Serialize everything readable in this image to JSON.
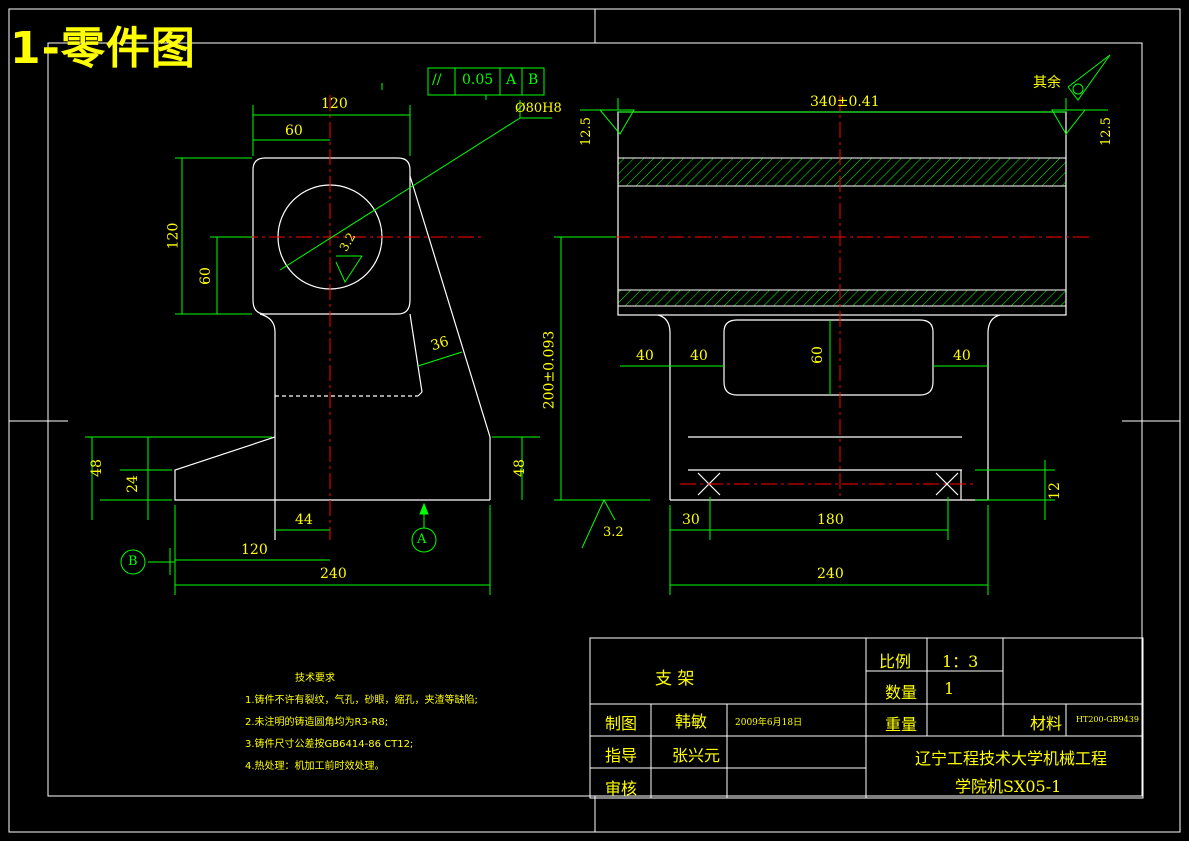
{
  "sheet_title": "1-零件图",
  "surface_note": "其余",
  "tolerance_frame": {
    "symbol": "//",
    "value": "0.05",
    "datum1": "A",
    "datum2": "B"
  },
  "dimensions": {
    "front_top_width": "120",
    "front_half_width": "60",
    "bore": "Ø80H8",
    "front_height": "120",
    "front_center_height": "60",
    "rib_width": "36",
    "base_height": "48",
    "foot_height": "24",
    "right_height": "48",
    "foot_step": "44",
    "datum_b_offset": "120",
    "front_base_width": "240",
    "side_length": "340±0.41",
    "center_height": "200±0.093",
    "left_40a": "40",
    "left_40b": "40",
    "window_height": "60",
    "right_40": "40",
    "side_offset": "30",
    "hole_pitch": "180",
    "side_base_width": "240",
    "slot_depth": "12"
  },
  "roughness": {
    "bore": "3.2",
    "base": "3.2",
    "left_end": "12.5",
    "right_end": "12.5"
  },
  "datums": {
    "a": "A",
    "b": "B"
  },
  "tech_requirements": {
    "heading": "技术要求",
    "items": [
      "1.铸件不许有裂纹，气孔，砂眼，缩孔，夹渣等缺陷;",
      "2.未注明的铸造圆角均为R3-R8;",
      "3.铸件尺寸公差按GB6414-86  CT12;",
      "4.热处理：机加工前时效处理。"
    ]
  },
  "title_block": {
    "part_name": "支    架",
    "scale_label": "比例",
    "scale_value": "1：3",
    "qty_label": "数量",
    "qty_value": "1",
    "drawn_label": "制图",
    "drawn_name": "韩敏",
    "drawn_date": "2009年6月18日",
    "weight_label": "重量",
    "material_label": "材料",
    "material_value": "HT200-GB9439",
    "guide_label": "指导",
    "guide_name": "张兴元",
    "review_label": "审核",
    "school_line1": "辽宁工程技术大学机械工程",
    "school_line2": "学院机SX05-1"
  },
  "colors": {
    "outline": "#ffffff",
    "dimension": "#00ff00",
    "center": "#ff0000",
    "text": "#ffff00",
    "hatch": "#00ff00"
  }
}
